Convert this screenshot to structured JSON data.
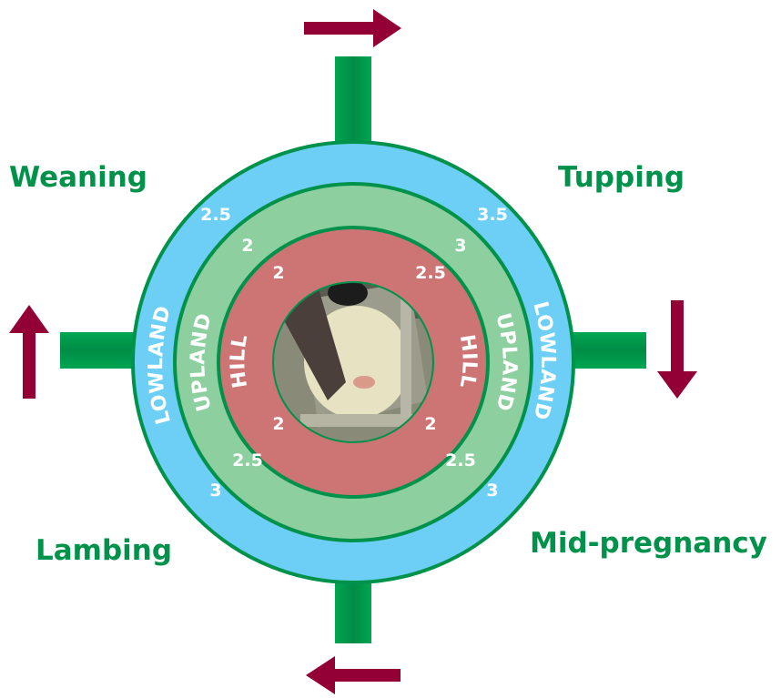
{
  "stages": {
    "weaning": "Weaning",
    "tupping": "Tupping",
    "lambing": "Lambing",
    "mid_pregnancy": "Mid-pregnancy"
  },
  "rings": {
    "outer": {
      "label": "LOWLAND",
      "color": "#6dcff6",
      "scores": {
        "weaning": "2.5",
        "tupping": "3.5",
        "mid_pregnancy": "3",
        "lambing": "3"
      }
    },
    "middle": {
      "label": "UPLAND",
      "color": "#8ecf9f",
      "scores": {
        "weaning": "2",
        "tupping": "3",
        "mid_pregnancy": "2.5",
        "lambing": "2.5"
      }
    },
    "inner": {
      "label": "HILL",
      "color": "#cd7474",
      "scores": {
        "weaning": "2",
        "tupping": "2.5",
        "mid_pregnancy": "2",
        "lambing": "2"
      }
    }
  },
  "colors": {
    "spoke": "#00924a",
    "ring_border": "#00924a",
    "arrow": "#930035",
    "stage_text": "#00924a"
  },
  "center_image": "photo of a person handling a sheep in a pen"
}
